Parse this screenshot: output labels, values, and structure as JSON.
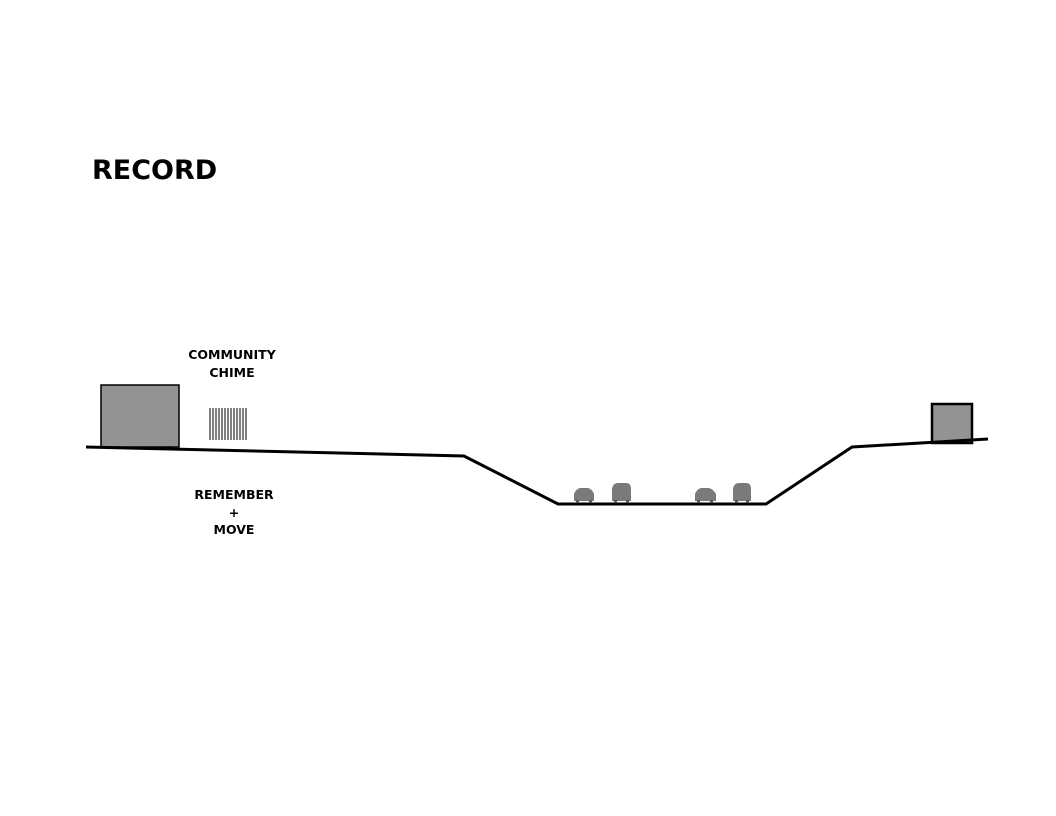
{
  "title": "RECORD",
  "labels": {
    "chime": {
      "line1": "COMMUNITY",
      "line2": "CHIME"
    },
    "remember": {
      "line1": "REMEMBER",
      "line2": "+",
      "line3": "MOVE"
    }
  },
  "colors": {
    "ground": "#000000",
    "building": "#939393",
    "vehicle": "#7a7a7a",
    "background": "#ffffff"
  },
  "icons": [
    "building-icon",
    "chime-icon",
    "car-icon"
  ]
}
